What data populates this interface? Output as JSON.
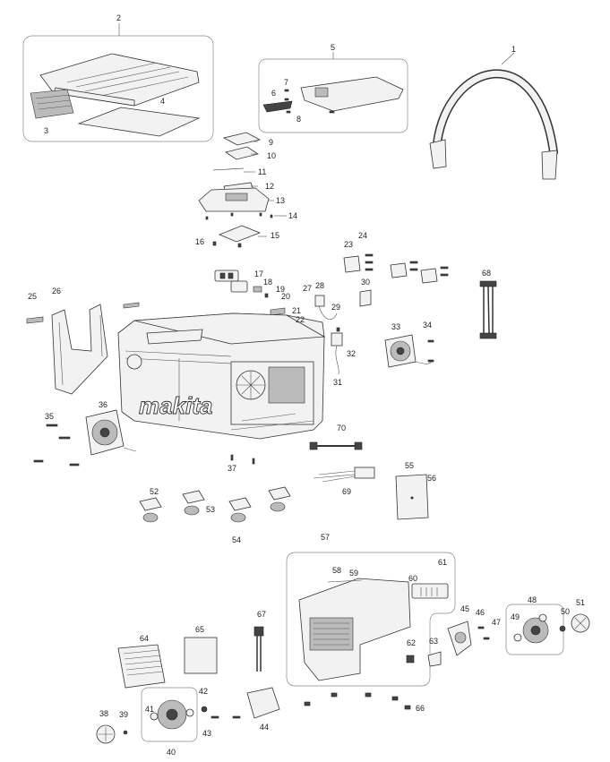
{
  "brand_logo": "makita",
  "callouts": [
    "1",
    "2",
    "3",
    "4",
    "5",
    "6",
    "7",
    "8",
    "9",
    "10",
    "11",
    "12",
    "13",
    "14",
    "15",
    "16",
    "17",
    "18",
    "19",
    "20",
    "21",
    "22",
    "23",
    "24",
    "25",
    "26",
    "27",
    "28",
    "29",
    "30",
    "31",
    "32",
    "33",
    "34",
    "35",
    "36",
    "37",
    "38",
    "39",
    "40",
    "41",
    "42",
    "43",
    "44",
    "45",
    "46",
    "47",
    "48",
    "49",
    "50",
    "51",
    "52",
    "53",
    "54",
    "55",
    "56",
    "57",
    "58",
    "59",
    "60",
    "61",
    "62",
    "63",
    "64",
    "65",
    "66",
    "67",
    "68",
    "69",
    "70"
  ],
  "colors": {
    "line": "#333333",
    "fill": "#f2f2f2",
    "background": "#ffffff"
  }
}
